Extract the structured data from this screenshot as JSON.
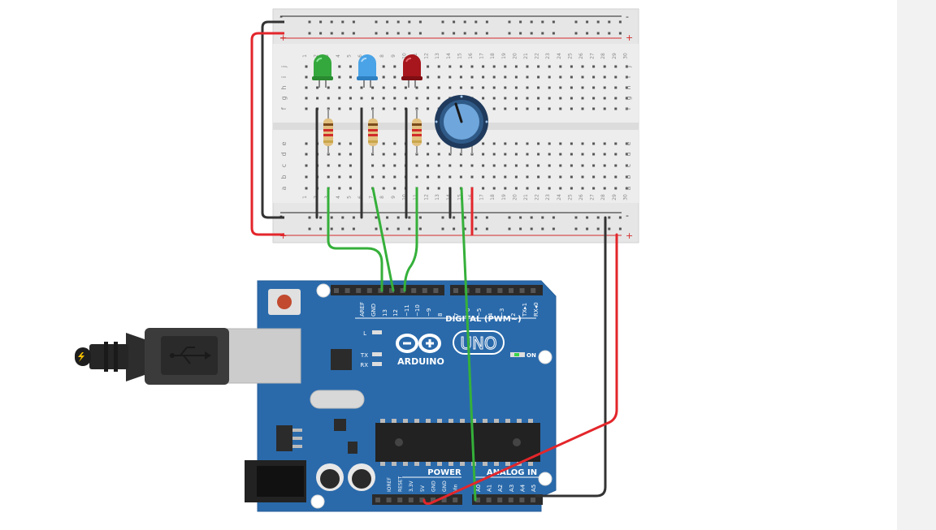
{
  "breadboard": {
    "rail_minus": "-",
    "rail_plus": "+",
    "columns": [
      "1",
      "2",
      "3",
      "4",
      "5",
      "6",
      "7",
      "8",
      "9",
      "10",
      "11",
      "12",
      "13",
      "14",
      "15",
      "16",
      "17",
      "18",
      "19",
      "20",
      "21",
      "22",
      "23",
      "24",
      "25",
      "26",
      "27",
      "28",
      "29",
      "30"
    ],
    "rows_top": [
      "j",
      "i",
      "h",
      "g",
      "f"
    ],
    "rows_bottom": [
      "e",
      "d",
      "c",
      "b",
      "a"
    ]
  },
  "arduino": {
    "logo_text": "ARDUINO",
    "model": "UNO",
    "digital_label": "DIGITAL (PWM~)",
    "power_label": "POWER",
    "analog_label": "ANALOG IN",
    "on_label": "ON",
    "led_labels": [
      "L",
      "TX",
      "RX"
    ],
    "digital_pins": [
      "AREF",
      "GND",
      "13",
      "12",
      "~11",
      "~10",
      "~9",
      "8",
      "7",
      "~6",
      "~5",
      "4",
      "~3",
      "2",
      "TX▸1",
      "RX◂0"
    ],
    "power_pins": [
      "IOREF",
      "RESET",
      "3.3V",
      "5V",
      "GND",
      "GND",
      "Vin"
    ],
    "analog_pins": [
      "A0",
      "A1",
      "A2",
      "A3",
      "A4",
      "A5"
    ]
  },
  "components": {
    "leds": [
      {
        "name": "green-led",
        "color": "#3cb043"
      },
      {
        "name": "blue-led",
        "color": "#3b9be0"
      },
      {
        "name": "red-led",
        "color": "#b3141b"
      }
    ],
    "wire_colors": {
      "green": "#35b03a",
      "black": "#333333",
      "red": "#e3262b"
    }
  }
}
